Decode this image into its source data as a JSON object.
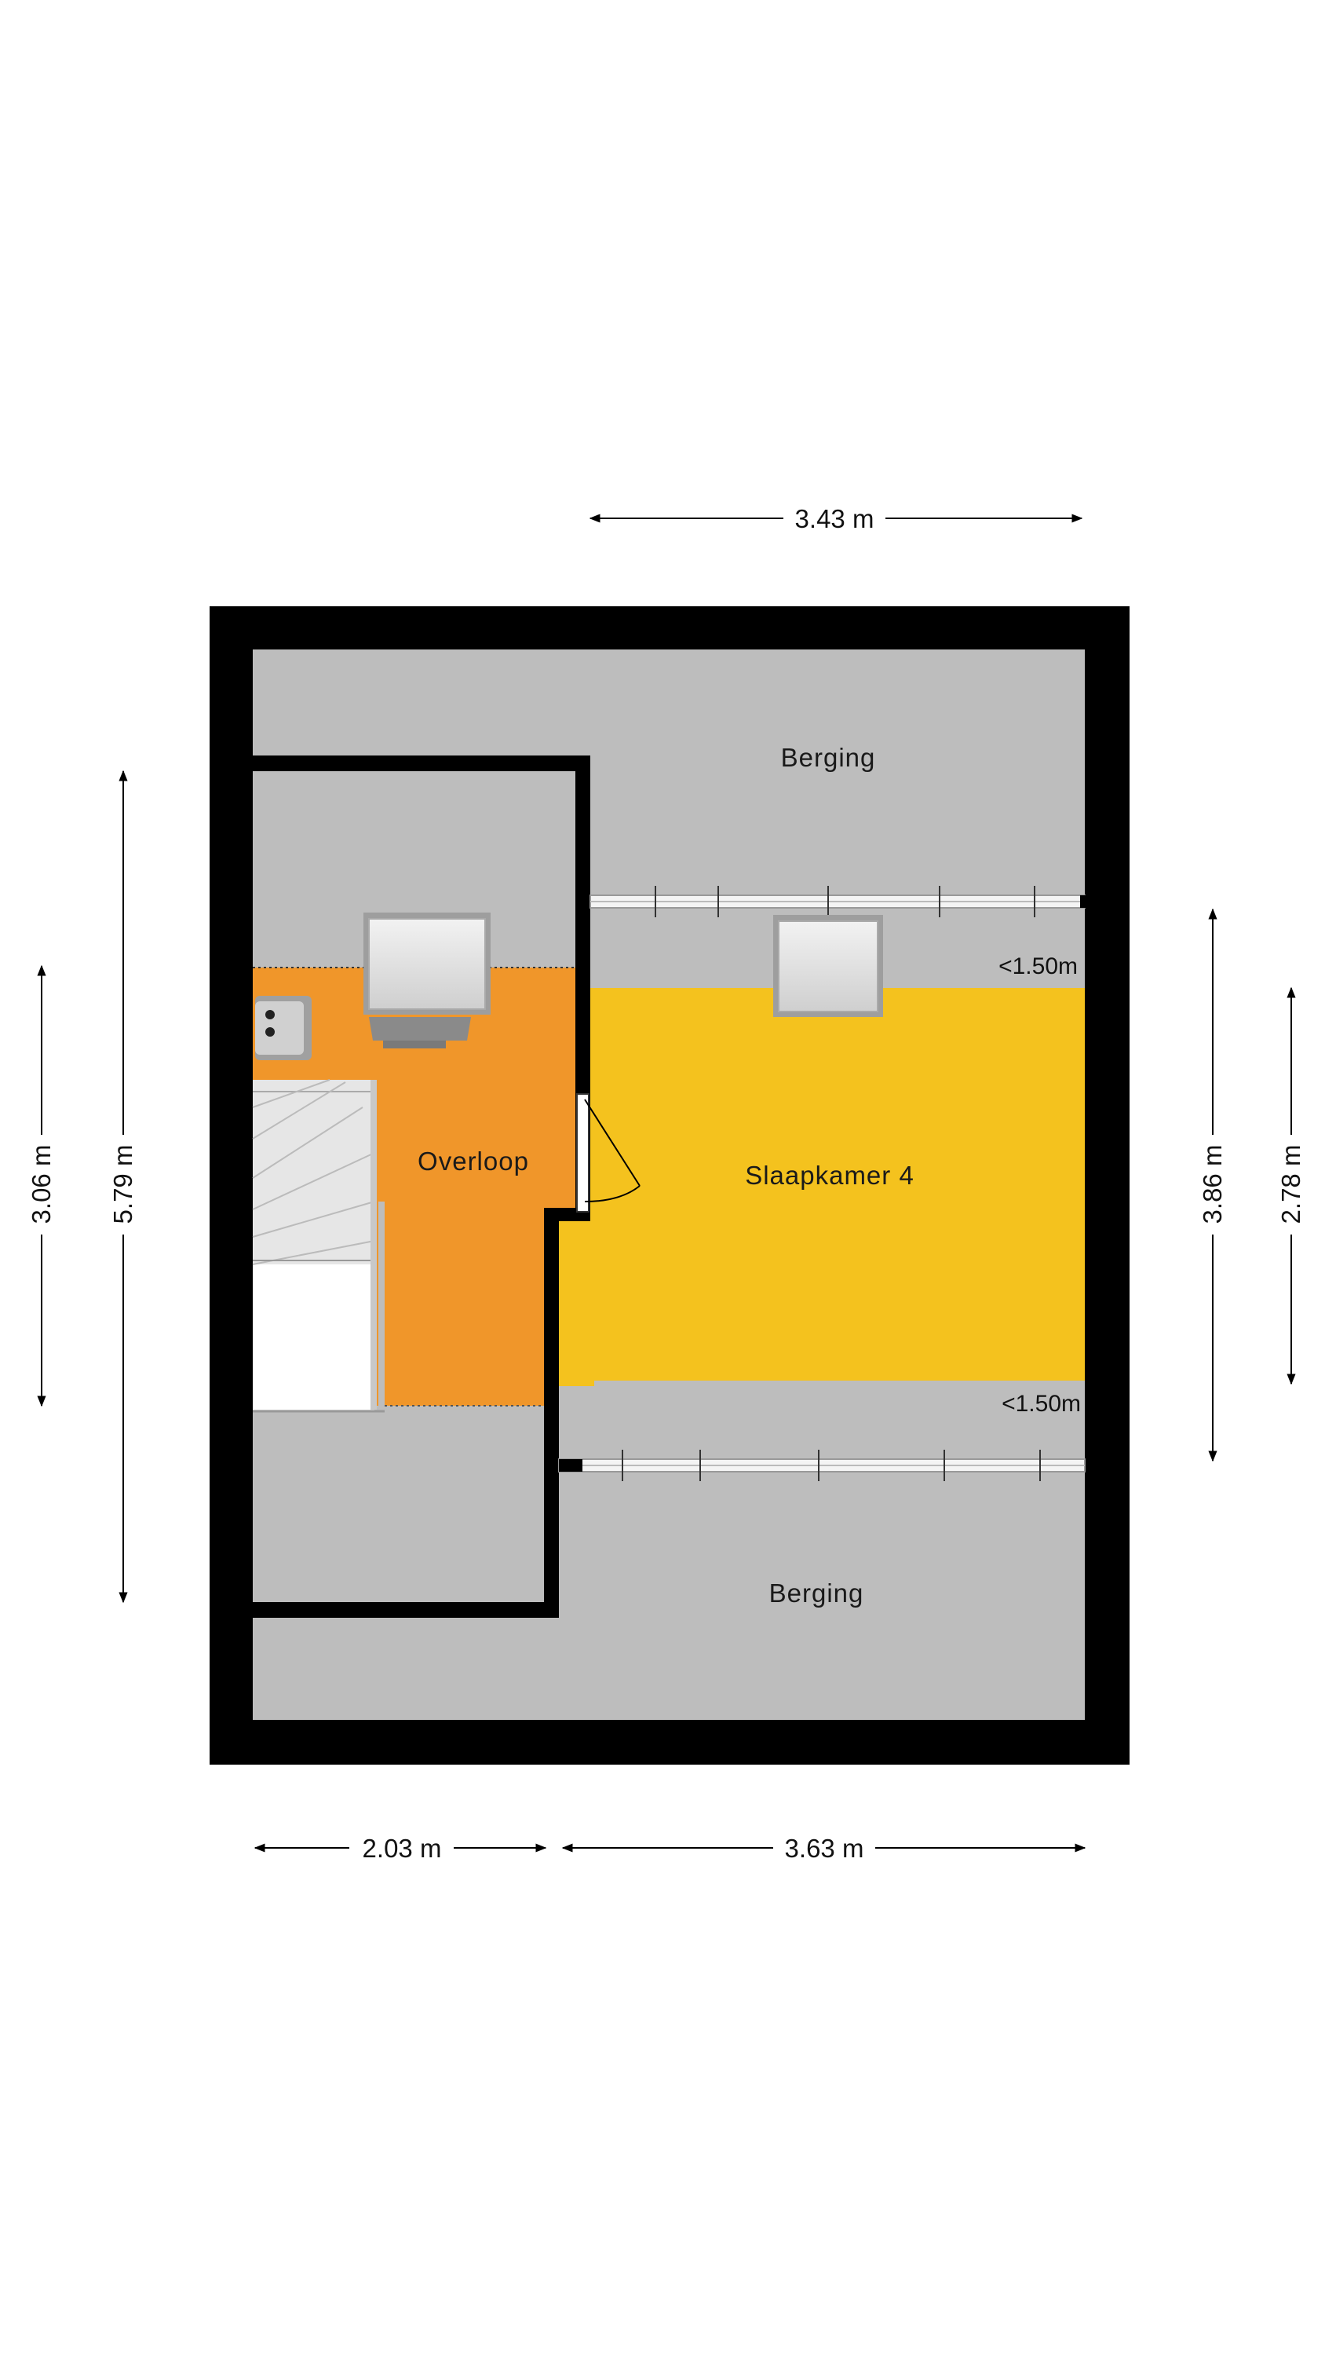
{
  "colors": {
    "wall": "#000000",
    "storage": "#bdbdbd",
    "landing": "#f0962a",
    "bedroom": "#f4c21e",
    "background": "#ffffff"
  },
  "rooms": {
    "storage_top": "Berging",
    "storage_bottom": "Berging",
    "landing": "Overloop",
    "bedroom": "Slaapkamer 4"
  },
  "ceiling_notes": {
    "top": "<1.50m",
    "bottom": "<1.50m"
  },
  "dimensions": {
    "top": "3.43 m",
    "bottom_left": "2.03 m",
    "bottom_right": "3.63 m",
    "left_outer": "3.06 m",
    "left_inner": "5.79 m",
    "right_inner": "3.86 m",
    "right_outer": "2.78 m"
  },
  "icons": [
    "stairs-icon",
    "door-icon",
    "skylight-icon",
    "boiler-icon",
    "roof-window-icon"
  ]
}
